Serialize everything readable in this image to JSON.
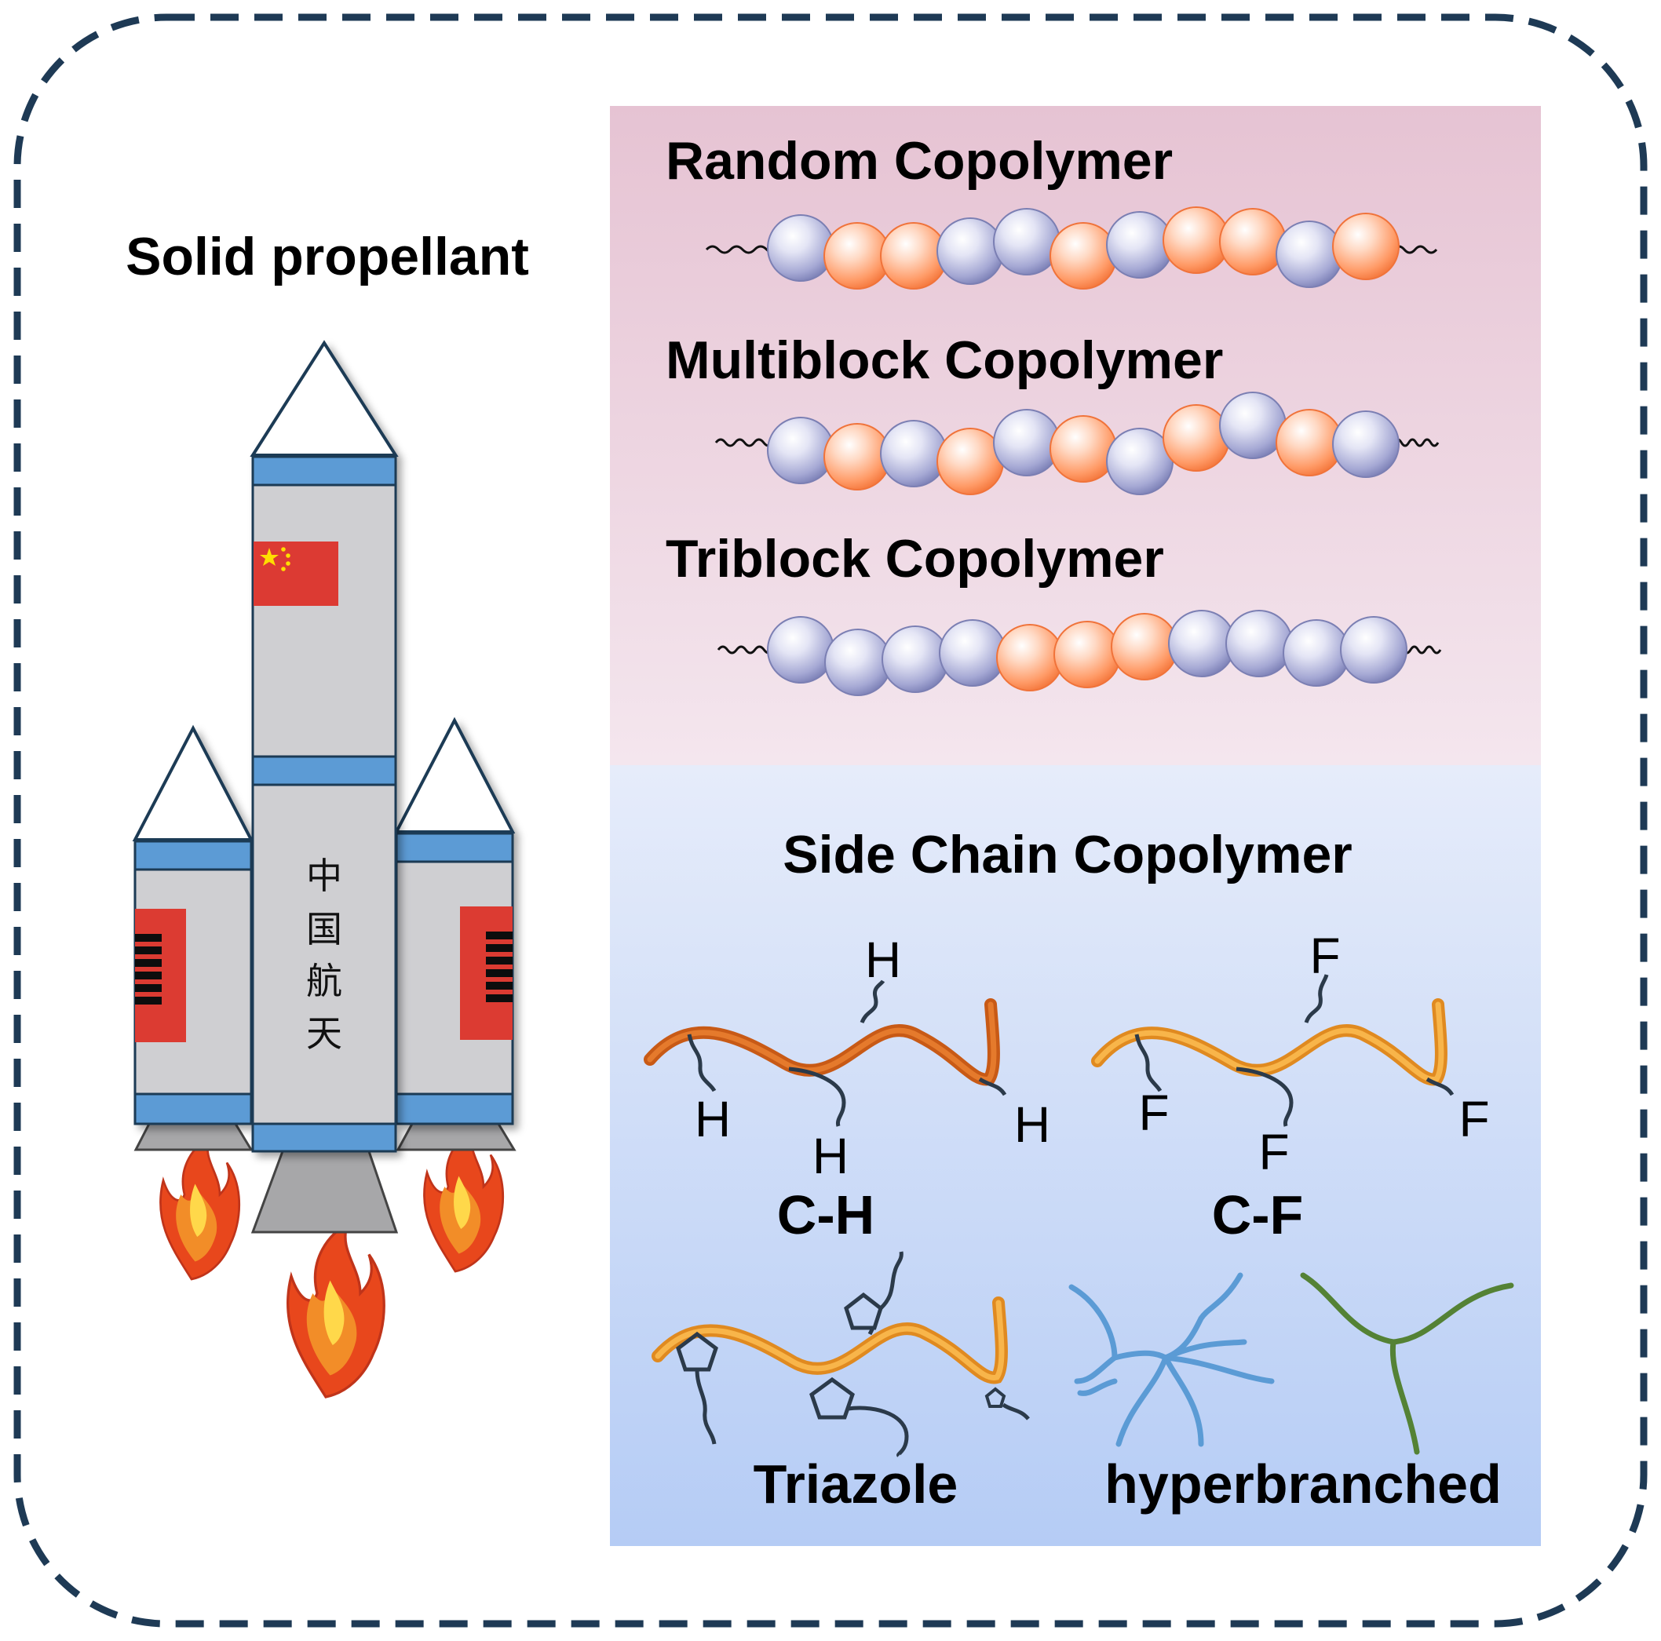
{
  "rocket": {
    "title": "Solid propellant",
    "body_text": [
      "中",
      "国",
      "航",
      "天"
    ]
  },
  "copolymers": [
    {
      "name": "Random Copolymer",
      "beads": [
        "b",
        "o",
        "o",
        "b",
        "b",
        "o",
        "b",
        "o",
        "o",
        "b",
        "o"
      ]
    },
    {
      "name": "Multiblock Copolymer",
      "beads": [
        "b",
        "o",
        "b",
        "o",
        "b",
        "o",
        "b",
        "o",
        "b",
        "o",
        "b"
      ]
    },
    {
      "name": "Triblock Copolymer",
      "beads": [
        "b",
        "b",
        "b",
        "b",
        "o",
        "o",
        "o",
        "b",
        "b",
        "b",
        "b"
      ]
    }
  ],
  "side_chain": {
    "title": "Side Chain Copolymer",
    "ch": {
      "label": "C-H",
      "atom": "H"
    },
    "cf": {
      "label": "C-F",
      "atom": "F"
    },
    "triazole": {
      "label": "Triazole"
    },
    "hyperbranched": {
      "label": "hyperbranched"
    }
  },
  "colors": {
    "frame": "#1e3a55",
    "blue_bead": "#a9acd6",
    "orange_bead": "#ff9d6e",
    "pink_panel": "#e9c9d7",
    "blue_panel": "#c7d7f6",
    "ch_chain": "#d9681f",
    "cf_chain": "#f5a93a",
    "branch_blue": "#5b9bd5",
    "branch_green": "#548235",
    "rocket_band": "#5b9bd5",
    "rocket_body": "#cfcfd2",
    "flag_red": "#dc3a33"
  }
}
